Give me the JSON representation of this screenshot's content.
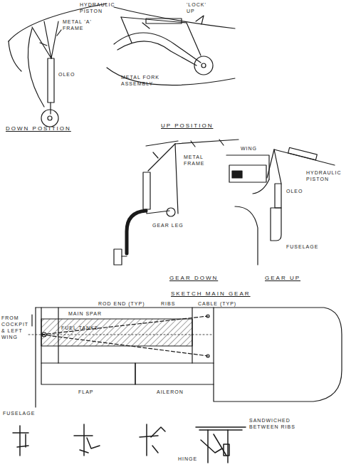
{
  "diagram": {
    "labels": [
      "METAL 'A' FRAME",
      "OLEO",
      "DOWN POSITION",
      "HYDRAULIC PISTON",
      "'LOCK' UP",
      "METAL FORK ASSEMBLY",
      "UP POSITION",
      "METAL FRAME",
      "GEAR LEG",
      "WING",
      "HYDRAULIC PISTON",
      "OLEO",
      "FUSELAGE",
      "GEAR DOWN",
      "GEAR UP",
      "SKETCH MAIN GEAR",
      "FROM COCKPIT & LEFT WING",
      "FUEL TANKS",
      "MAIN SPAR",
      "ROD END (TYP)",
      "RIBS",
      "CABLE (TYP)",
      "FLAP",
      "AILERON",
      "FUSELAGE",
      "SANDWICHED BETWEEN RIBS",
      "HINGE"
    ]
  }
}
